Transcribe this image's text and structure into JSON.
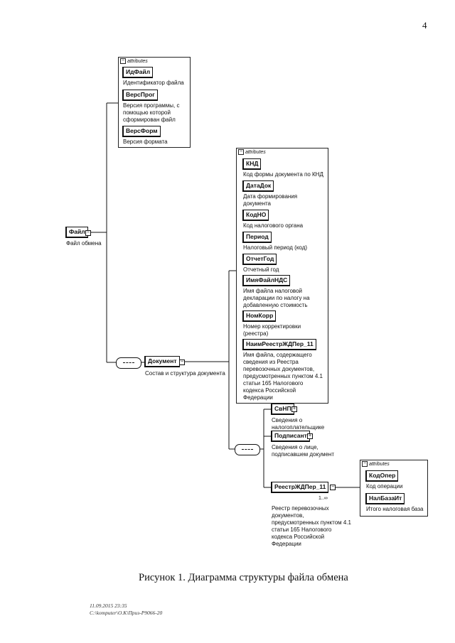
{
  "page_number": "4",
  "attributes_label": "attributes",
  "root": {
    "name": "Файл",
    "desc": "Файл обмена"
  },
  "file_attributes": [
    {
      "name": "ИдФайл",
      "desc": [
        "Идентификатор файла"
      ]
    },
    {
      "name": "ВерсПрог",
      "desc": [
        "Версия программы, с",
        "помощью которой",
        "сформирован файл"
      ]
    },
    {
      "name": "ВерсФорм",
      "desc": [
        "Версия формата"
      ]
    }
  ],
  "document": {
    "name": "Документ",
    "desc": "Состав и структура документа"
  },
  "document_attributes": [
    {
      "name": "КНД",
      "desc": [
        "Код формы документа по КНД"
      ]
    },
    {
      "name": "ДатаДок",
      "desc": [
        "Дата формирования",
        "документа"
      ]
    },
    {
      "name": "КодНО",
      "desc": [
        "Код налогового органа"
      ]
    },
    {
      "name": "Период",
      "desc": [
        "Налоговый период (код)"
      ]
    },
    {
      "name": "ОтчетГод",
      "desc": [
        "Отчетный год"
      ]
    },
    {
      "name": "ИмяФайлНДС",
      "desc": [
        "Имя файла налоговой",
        "декларации по налогу на",
        "добавленную стоимость"
      ]
    },
    {
      "name": "НомКорр",
      "desc": [
        "Номер корректировки",
        "(реестра)"
      ]
    },
    {
      "name": "НаимРеестрЖДПер_11",
      "desc": [
        "Имя файла, содержащего",
        "сведения из Реестра",
        "перевозочных документов,",
        "предусмотренных пунктом 4.1",
        "статьи 165 Налогового",
        "кодекса Российской",
        "Федерации"
      ]
    }
  ],
  "children": [
    {
      "name": "СвНП",
      "desc": [
        "Сведения о",
        "налогоплательщике"
      ]
    },
    {
      "name": "Подписант",
      "desc": [
        "Сведения о лице,",
        "подписавшем документ"
      ]
    },
    {
      "name": "РеестрЖДПер_11",
      "multiplicity": "1..∞",
      "desc": [
        "Реестр перевозочных",
        "документов,",
        "предусмотренных пунктом 4.1",
        "статьи 165 Налогового",
        "кодекса Российской",
        "Федерации"
      ]
    }
  ],
  "registry_attributes": [
    {
      "name": "КодОпер",
      "desc": [
        "Код операции"
      ]
    },
    {
      "name": "НалБазаИт",
      "desc": [
        "Итого налоговая база"
      ]
    }
  ],
  "caption": "Рисунок 1. Диаграмма структуры файла обмена",
  "footer": [
    "11.09.2015 23:35",
    "C:\\komputer\\О.К\\Приз-Р9066-20"
  ]
}
